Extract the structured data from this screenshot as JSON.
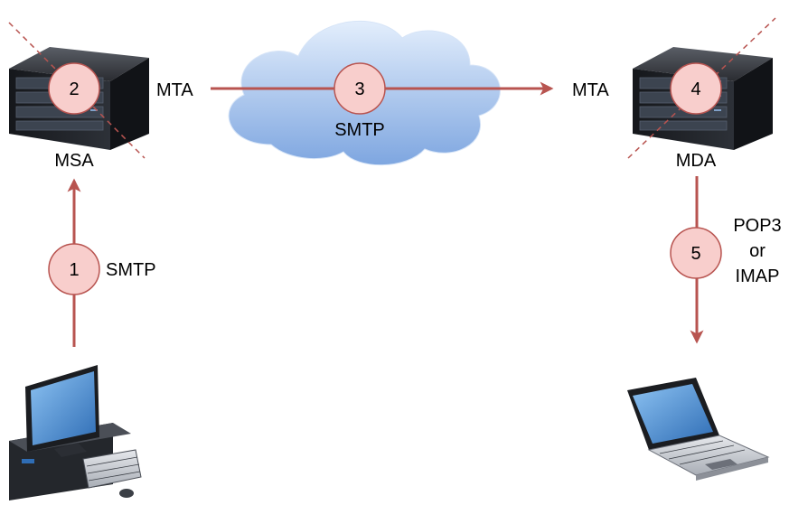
{
  "colors": {
    "arrow": "#b85450",
    "badge_fill": "#f8cecc",
    "badge_stroke": "#b85450",
    "cloud_top": "#dae8fc",
    "cloud_bottom": "#7ea6e0",
    "server_body": "#1f2024",
    "server_panel": "#3a4250",
    "monitor_screen": "#4a8fd6"
  },
  "nodes": {
    "msa": {
      "label": "MSA",
      "icon": "server-icon"
    },
    "mta_left": {
      "label": "MTA"
    },
    "mta_right": {
      "label": "MTA"
    },
    "mda": {
      "label": "MDA",
      "icon": "server-icon"
    },
    "desktop": {
      "icon": "desktop-computer-icon"
    },
    "laptop": {
      "icon": "laptop-icon"
    },
    "cloud": {
      "icon": "cloud-icon"
    }
  },
  "steps": [
    {
      "number": "1",
      "protocol": "SMTP"
    },
    {
      "number": "2"
    },
    {
      "number": "3",
      "protocol": "SMTP"
    },
    {
      "number": "4"
    },
    {
      "number": "5",
      "protocol_lines": [
        "POP3",
        "or",
        "IMAP"
      ]
    }
  ]
}
